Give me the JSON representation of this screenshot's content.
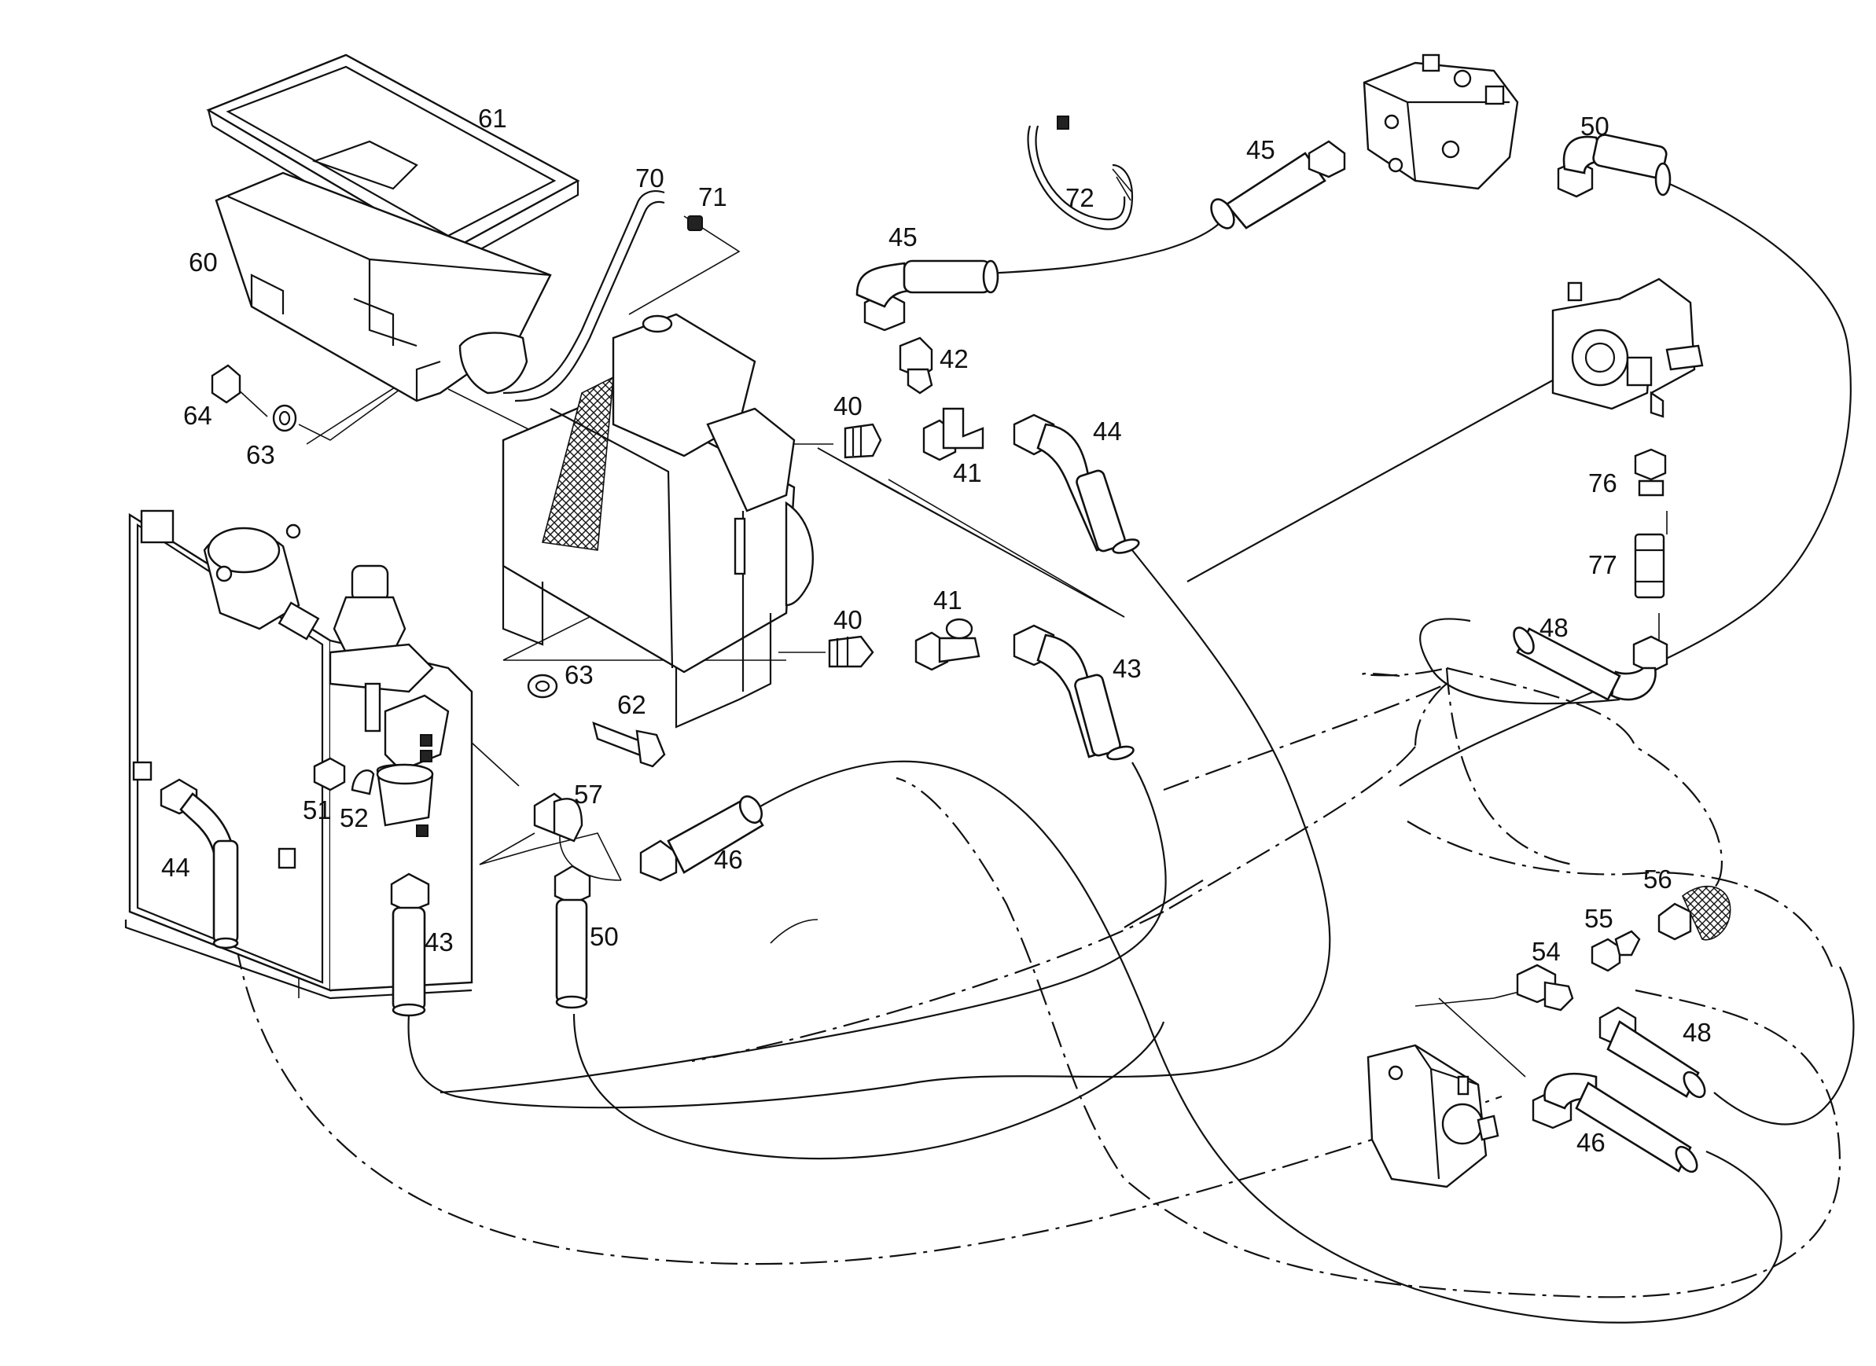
{
  "diagram": {
    "labels": [
      {
        "key": "p61",
        "text": "61"
      },
      {
        "key": "p60",
        "text": "60"
      },
      {
        "key": "p70",
        "text": "70"
      },
      {
        "key": "p71",
        "text": "71"
      },
      {
        "key": "p64",
        "text": "64"
      },
      {
        "key": "p63a",
        "text": "63"
      },
      {
        "key": "p72",
        "text": "72"
      },
      {
        "key": "p45a",
        "text": "45"
      },
      {
        "key": "p45b",
        "text": "45"
      },
      {
        "key": "p42",
        "text": "42"
      },
      {
        "key": "p40a",
        "text": "40"
      },
      {
        "key": "p41a",
        "text": "41"
      },
      {
        "key": "p44a",
        "text": "44"
      },
      {
        "key": "p50a",
        "text": "50"
      },
      {
        "key": "p76",
        "text": "76"
      },
      {
        "key": "p77",
        "text": "77"
      },
      {
        "key": "p48a",
        "text": "48"
      },
      {
        "key": "p40b",
        "text": "40"
      },
      {
        "key": "p41b",
        "text": "41"
      },
      {
        "key": "p43a",
        "text": "43"
      },
      {
        "key": "p63b",
        "text": "63"
      },
      {
        "key": "p62",
        "text": "62"
      },
      {
        "key": "p57",
        "text": "57"
      },
      {
        "key": "p51",
        "text": "51"
      },
      {
        "key": "p52",
        "text": "52"
      },
      {
        "key": "p44b",
        "text": "44"
      },
      {
        "key": "p46a",
        "text": "46"
      },
      {
        "key": "p43b",
        "text": "43"
      },
      {
        "key": "p50b",
        "text": "50"
      },
      {
        "key": "p56",
        "text": "56"
      },
      {
        "key": "p55",
        "text": "55"
      },
      {
        "key": "p54",
        "text": "54"
      },
      {
        "key": "p48b",
        "text": "48"
      },
      {
        "key": "p46b",
        "text": "46"
      }
    ]
  }
}
